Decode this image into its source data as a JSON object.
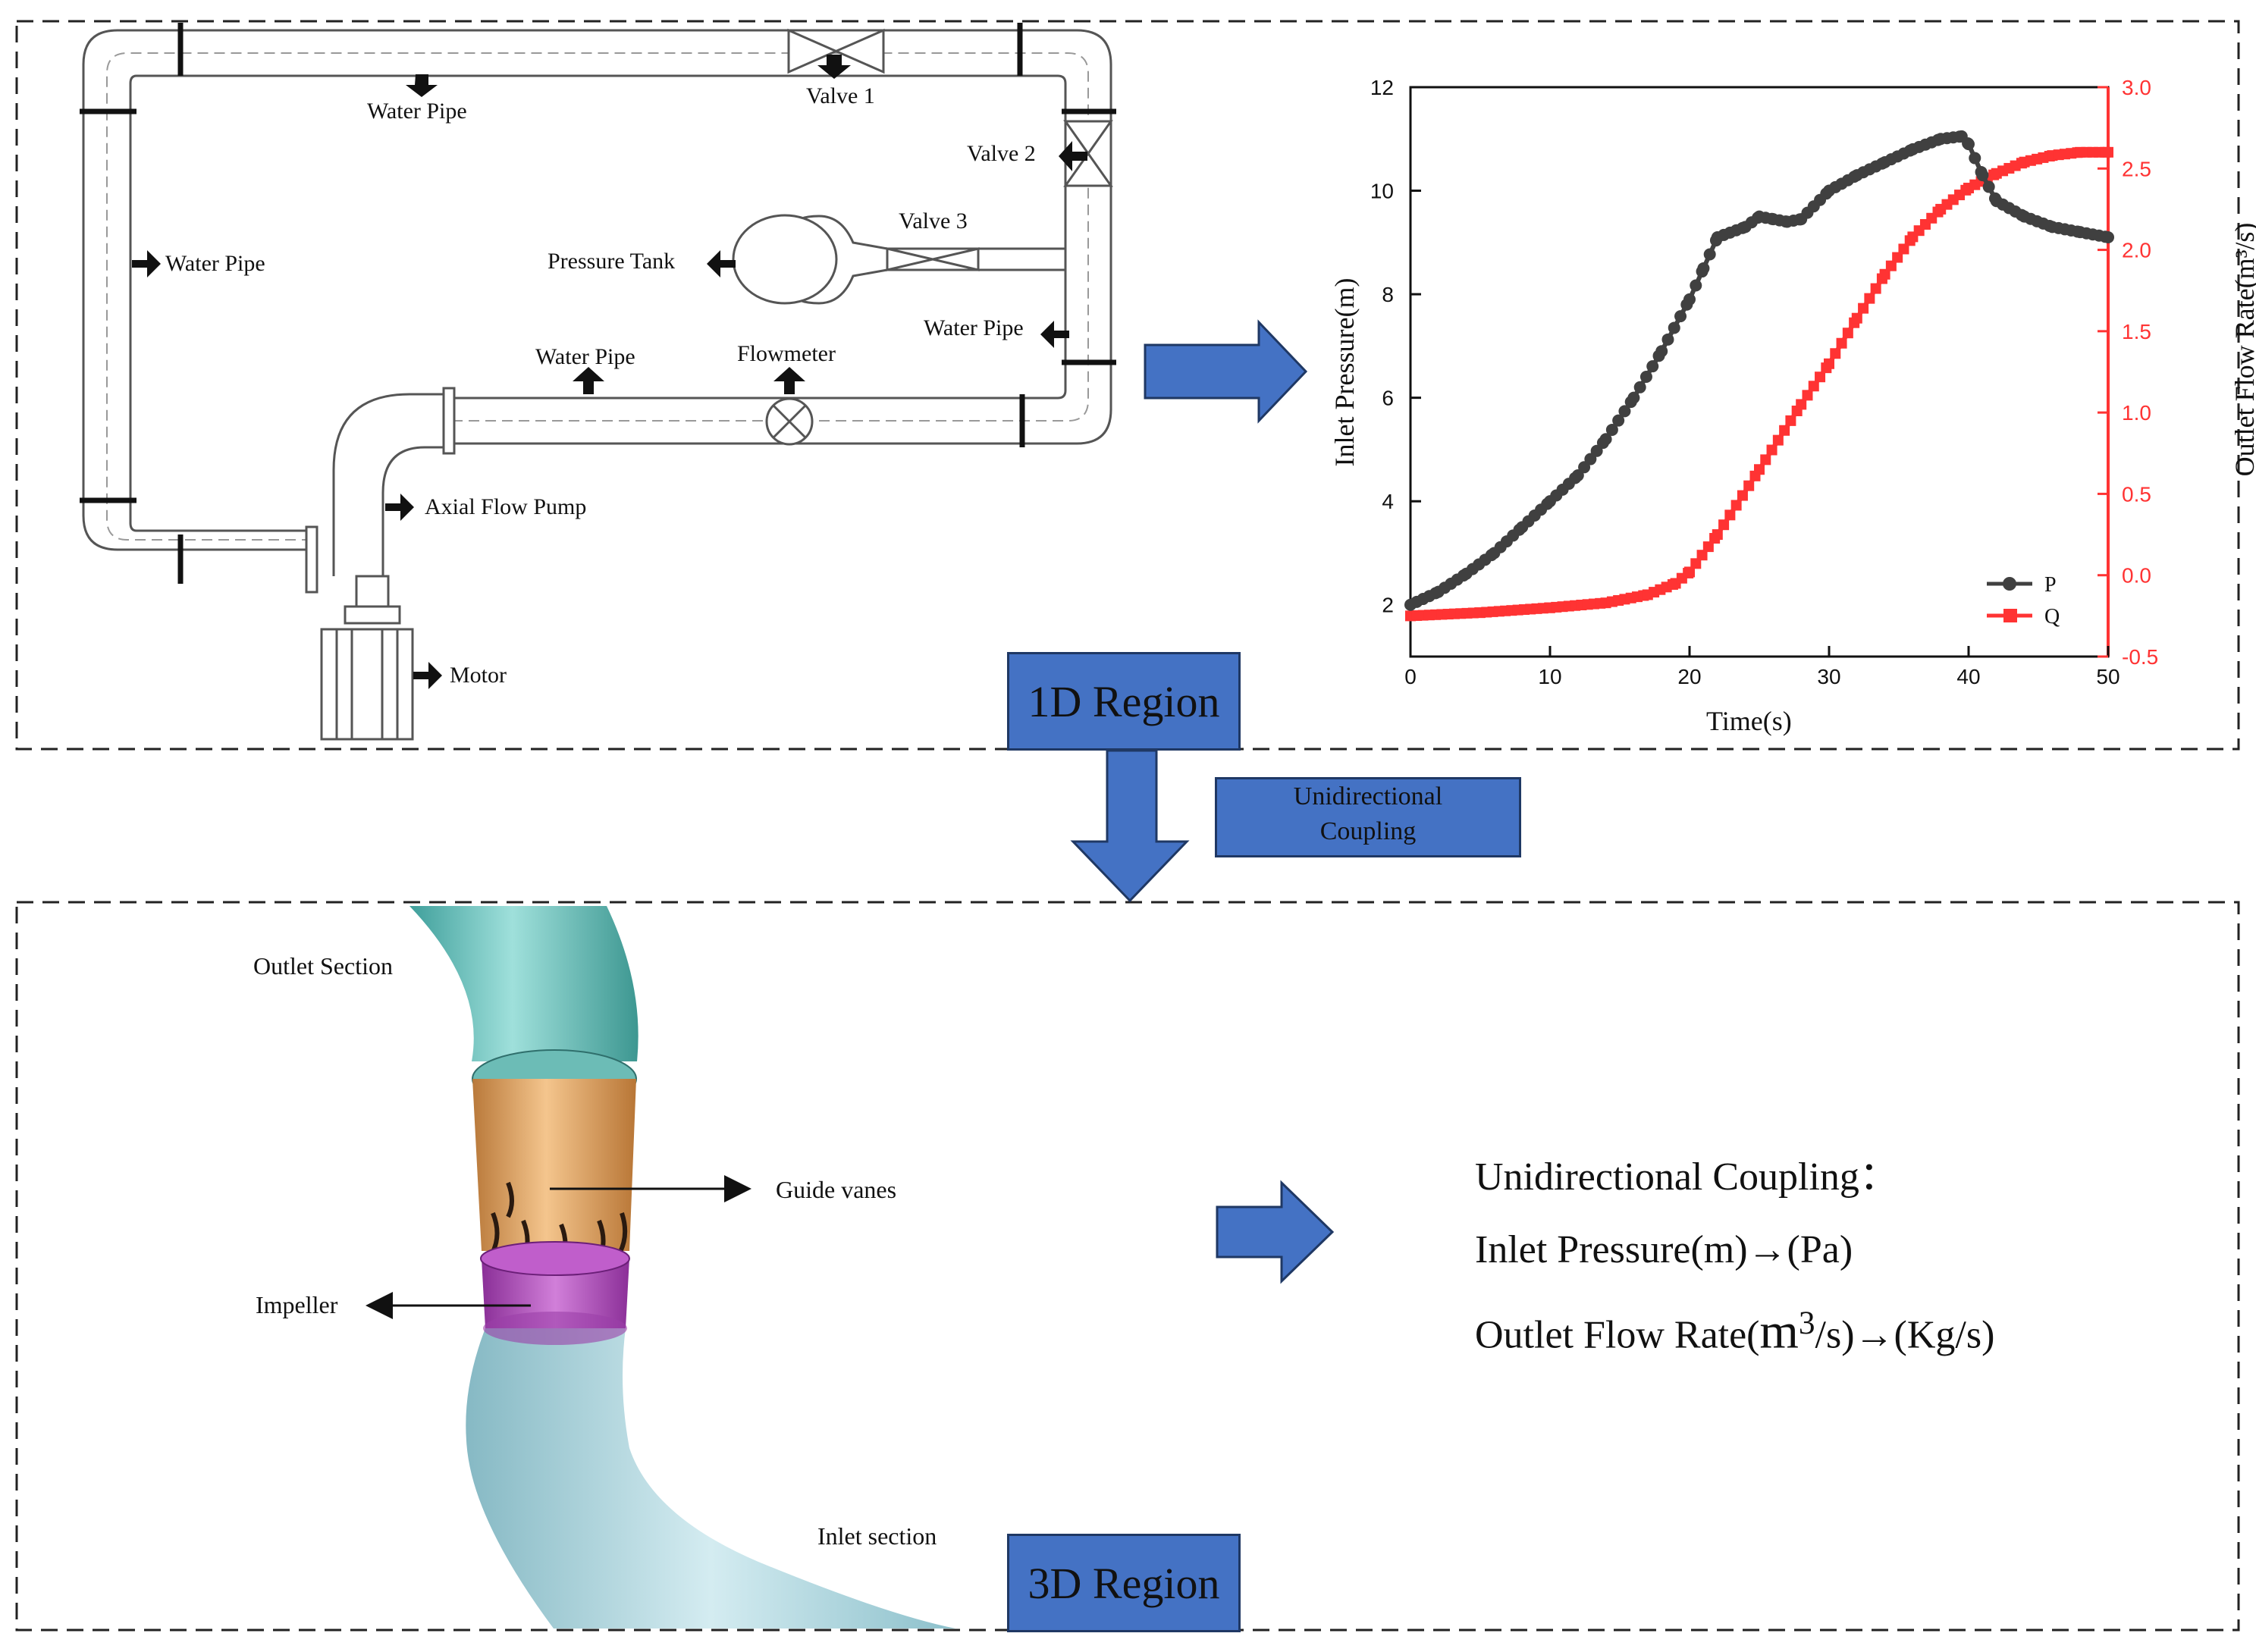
{
  "regions": {
    "one_d": "1D Region",
    "three_d": "3D Region"
  },
  "coupling_box": {
    "line1": "Unidirectional",
    "line2": "Coupling"
  },
  "pipeline_labels": {
    "water_pipe_top": "Water Pipe",
    "valve1": "Valve 1",
    "valve2": "Valve 2",
    "valve3": "Valve 3",
    "pressure_tank": "Pressure Tank",
    "water_pipe_left": "Water Pipe",
    "water_pipe_right": "Water Pipe",
    "water_pipe_bottom": "Water Pipe",
    "flowmeter": "Flowmeter",
    "axial_flow_pump": "Axial Flow Pump",
    "motor": "Motor"
  },
  "model_labels": {
    "outlet_section": "Outlet Section",
    "guide_vanes": "Guide vanes",
    "impeller": "Impeller",
    "inlet_section": "Inlet section"
  },
  "coupling_equations": {
    "title": "Unidirectional Coupling：",
    "line1": "Inlet Pressure(m)→(Pa)",
    "line2_prefix": "Outlet Flow Rate(",
    "line2_m": "m",
    "line2_sup": "3",
    "line2_suffix": "/s)→(Kg/s)"
  },
  "colors": {
    "arrow_blue": "#4472c4",
    "arrow_border": "#1f3864",
    "series_p": "#404040",
    "series_q": "#ff3333",
    "outlet_pipe": "#78c9c4",
    "guide_vanes": "#e3a362",
    "impeller": "#b44bc2",
    "inlet_pipe": "#aed6df"
  },
  "chart_data": {
    "type": "line",
    "xlabel": "Time(s)",
    "ylabel_left": "Inlet Pressure(m)",
    "ylabel_right": "Outlet Flow Rate(m³/s)",
    "xlim": [
      0,
      50
    ],
    "ylim_left": [
      1,
      12
    ],
    "ylim_right": [
      -0.5,
      3.0
    ],
    "x_ticks": [
      "0",
      "10",
      "20",
      "30",
      "40",
      "50"
    ],
    "y_left_ticks": [
      "2",
      "4",
      "6",
      "8",
      "10",
      "12"
    ],
    "y_right_ticks": [
      "-0.5",
      "0.0",
      "0.5",
      "1.0",
      "1.5",
      "2.0",
      "2.5",
      "3.0"
    ],
    "legend_position": "bottom-right",
    "series": [
      {
        "name": "P",
        "axis": "left",
        "x": [
          0,
          2,
          4,
          6,
          8,
          10,
          12,
          14,
          16,
          18,
          20,
          21,
          22,
          24,
          25,
          26,
          27,
          28,
          30,
          32,
          34,
          36,
          38,
          39.5,
          40,
          41,
          42,
          44,
          46,
          48,
          50
        ],
        "y": [
          2.0,
          2.25,
          2.6,
          3.0,
          3.5,
          4.0,
          4.5,
          5.2,
          6.0,
          6.9,
          7.9,
          8.5,
          9.1,
          9.3,
          9.5,
          9.45,
          9.4,
          9.45,
          10.0,
          10.3,
          10.55,
          10.8,
          11.0,
          11.05,
          10.9,
          10.3,
          9.8,
          9.5,
          9.3,
          9.2,
          9.1
        ]
      },
      {
        "name": "Q",
        "axis": "right",
        "x": [
          0,
          5,
          10,
          14,
          17,
          19,
          20,
          22,
          25,
          28,
          30,
          32,
          34,
          36,
          38,
          40,
          42,
          44,
          46,
          48,
          50
        ],
        "y": [
          -0.25,
          -0.23,
          -0.2,
          -0.17,
          -0.12,
          -0.05,
          0.02,
          0.25,
          0.65,
          1.05,
          1.3,
          1.58,
          1.85,
          2.08,
          2.25,
          2.38,
          2.47,
          2.54,
          2.58,
          2.6,
          2.6
        ]
      }
    ]
  }
}
